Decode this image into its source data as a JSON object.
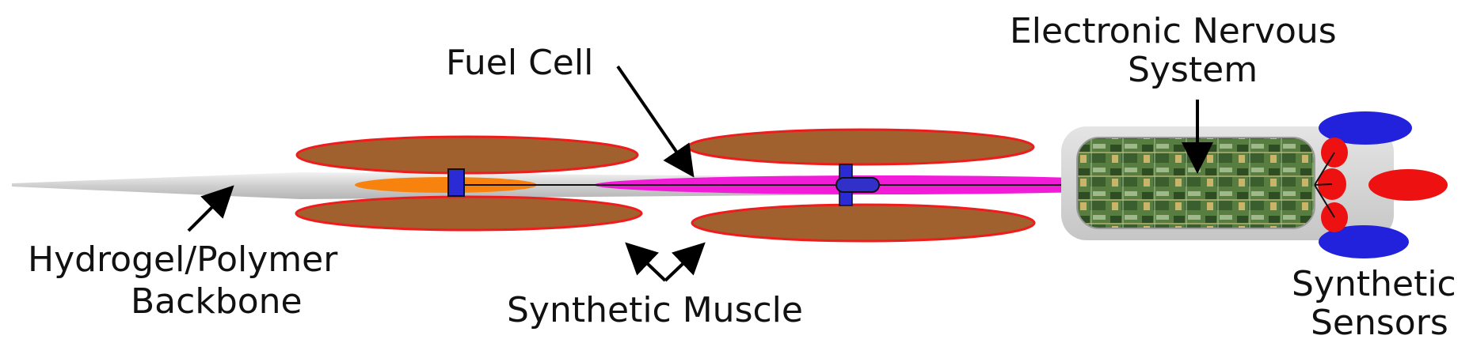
{
  "labels": {
    "fuel_cell": "Fuel Cell",
    "electronic_nervous_line1": "Electronic Nervous",
    "electronic_nervous_line2": "System",
    "hydrogel_line1": "Hydrogel/Polymer",
    "hydrogel_line2": "Backbone",
    "synthetic_muscle": "Synthetic Muscle",
    "synthetic_sensors_line1": "Synthetic",
    "synthetic_sensors_line2": "Sensors"
  },
  "colors": {
    "muscle_fill": "#a0612f",
    "muscle_stroke": "#ee1c1c",
    "fuel_cell_fill": "#f21bd8",
    "orange_cell": "#f7820e",
    "connector_blue": "#2b2bd6",
    "sensor_blue": "#2222dd",
    "sensor_red": "#ee1111",
    "backbone_grey": "#cfcfcf",
    "circuit_green": "#4f7a3a"
  }
}
